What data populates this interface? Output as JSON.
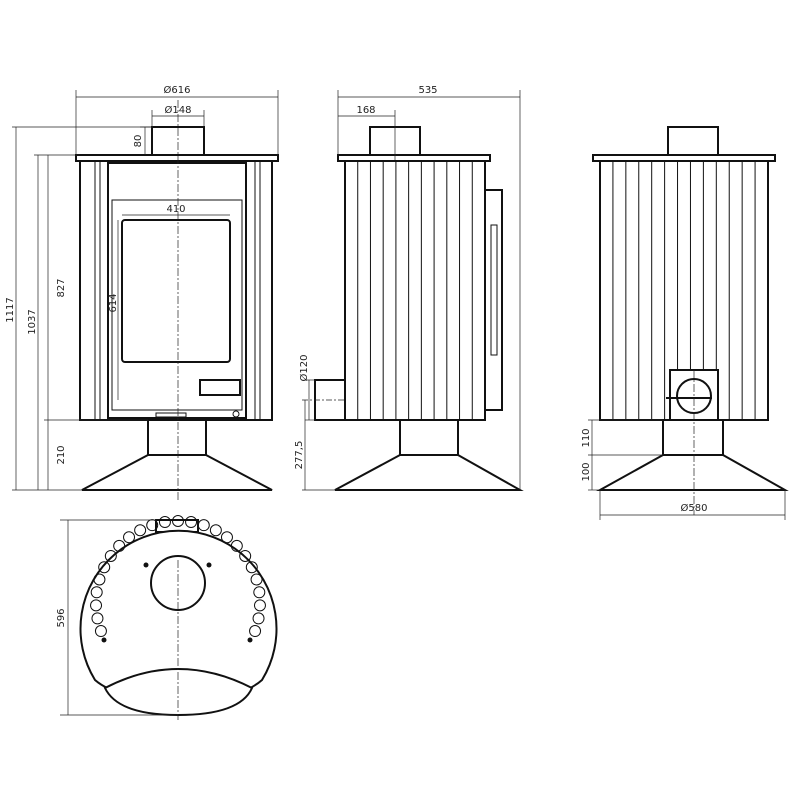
{
  "front_view": {
    "width": "Ø616",
    "flue_diameter": "Ø148",
    "flue_height": "80",
    "door_width": "410",
    "glass_height": "614",
    "body_height": "827",
    "height_to_top": "1037",
    "total_height": "1117",
    "base_height": "210"
  },
  "side_view": {
    "depth": "535",
    "flue_offset": "168",
    "rear_flue_diameter": "Ø120",
    "rear_flue_height": "277,5"
  },
  "back_view": {
    "pedestal_height": "110",
    "cone_height": "100",
    "base_diameter": "Ø580"
  },
  "top_view": {
    "depth": "596"
  },
  "colors": {
    "line": "#111111",
    "background": "#ffffff"
  }
}
